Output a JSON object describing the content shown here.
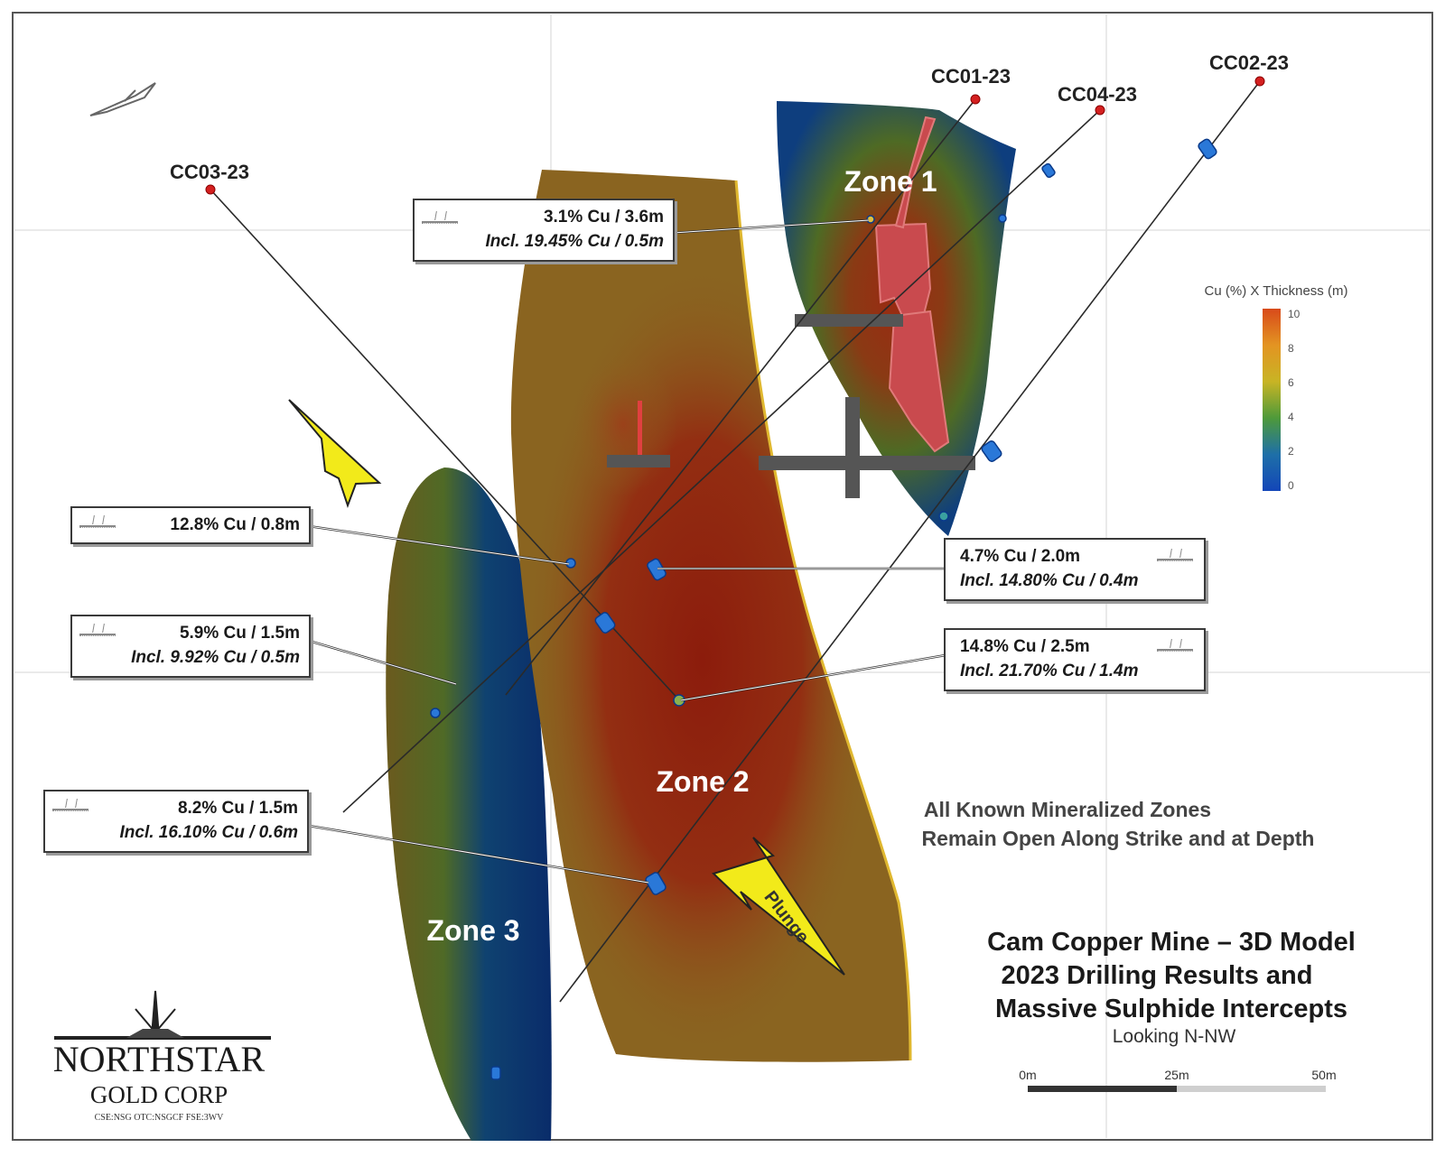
{
  "drillholes": [
    {
      "id": "CC01-23"
    },
    {
      "id": "CC04-23"
    },
    {
      "id": "CC02-23"
    },
    {
      "id": "CC03-23"
    }
  ],
  "zones": {
    "zone1": "Zone 1",
    "zone2": "Zone 2",
    "zone3": "Zone 3"
  },
  "callouts": {
    "c1": {
      "line1": "3.1% Cu / 3.6m",
      "line2": "Incl. 19.45% Cu / 0.5m"
    },
    "c2": {
      "line1": "12.8% Cu / 0.8m"
    },
    "c3": {
      "line1": "5.9% Cu / 1.5m",
      "line2": "Incl. 9.92% Cu / 0.5m"
    },
    "c4": {
      "line1": "8.2% Cu / 1.5m",
      "line2": "Incl. 16.10% Cu / 0.6m"
    },
    "c5": {
      "line1": "4.7% Cu / 2.0m",
      "line2": "Incl. 14.80% Cu / 0.4m"
    },
    "c6": {
      "line1": "14.8% Cu / 2.5m",
      "line2": "Incl. 21.70% Cu / 1.4m"
    }
  },
  "legend": {
    "title": "Cu (%) X Thickness (m)",
    "ticks": [
      "10",
      "8",
      "6",
      "4",
      "2",
      "0"
    ],
    "colors": [
      "#d84a1a",
      "#e39422",
      "#c8b424",
      "#4e9a3a",
      "#1e6fa8",
      "#1346b8"
    ]
  },
  "note": {
    "line1": "All Known Mineralized Zones",
    "line2": "Remain Open Along Strike and at Depth"
  },
  "plunge": "Plunge",
  "title": {
    "line1": "Cam Copper Mine – 3D Model",
    "line2": "2023 Drilling Results and",
    "line3": "Massive Sulphide Intercepts",
    "view": "Looking N-NW"
  },
  "scalebar": {
    "labels": [
      "0m",
      "25m",
      "50m"
    ]
  },
  "logo": {
    "name": "NORTHSTAR",
    "sub": "GOLD CORP",
    "tickers": "CSE:NSG  OTC:NSGCF  FSE:3WV"
  },
  "colors": {
    "zone_ochre": "#8a6a22",
    "zone_red": "#8e2612",
    "zone_blue": "#0e3a7c",
    "zone_green": "#3d6a2a",
    "arrow_yellow": "#f2ea1a"
  }
}
